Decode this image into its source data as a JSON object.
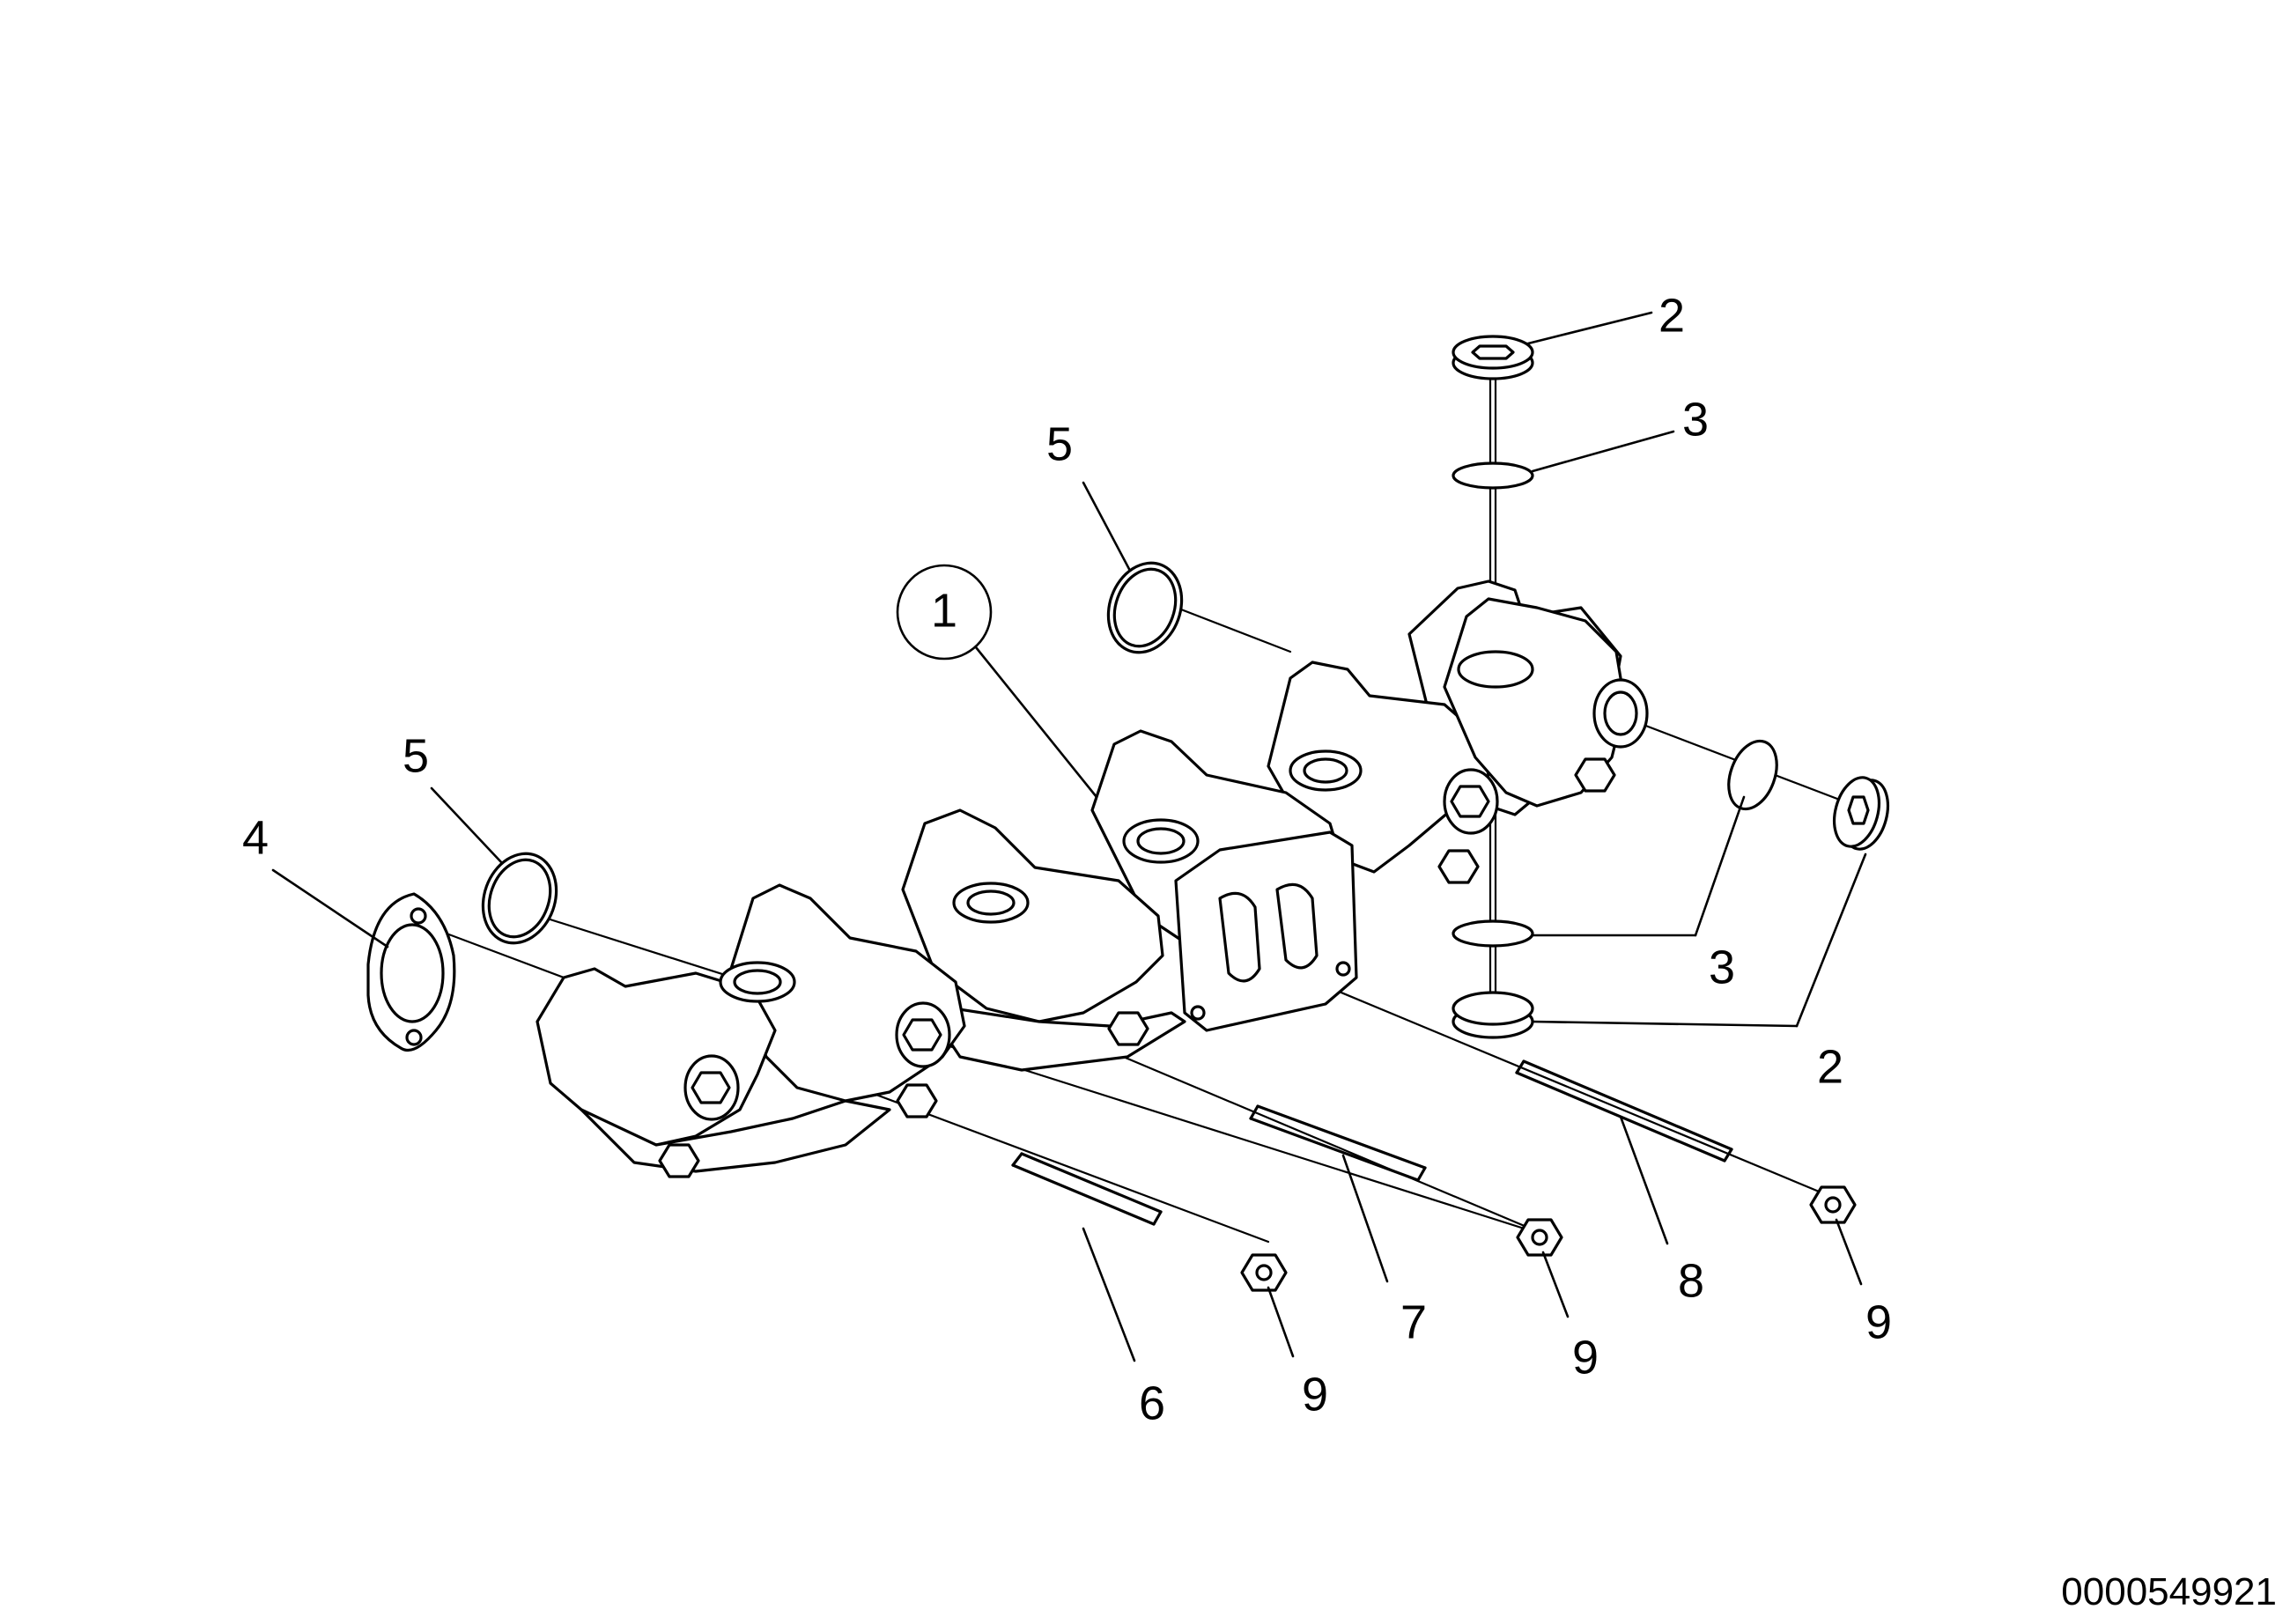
{
  "callouts": {
    "c1": "1",
    "c2_top": "2",
    "c2_bottom": "2",
    "c3_top": "3",
    "c3_bottom": "3",
    "c4": "4",
    "c5_left": "5",
    "c5_top": "5",
    "c6": "6",
    "c7": "7",
    "c8": "8",
    "c9_a": "9",
    "c9_b": "9",
    "c9_c": "9"
  },
  "document_id": "0000549921"
}
